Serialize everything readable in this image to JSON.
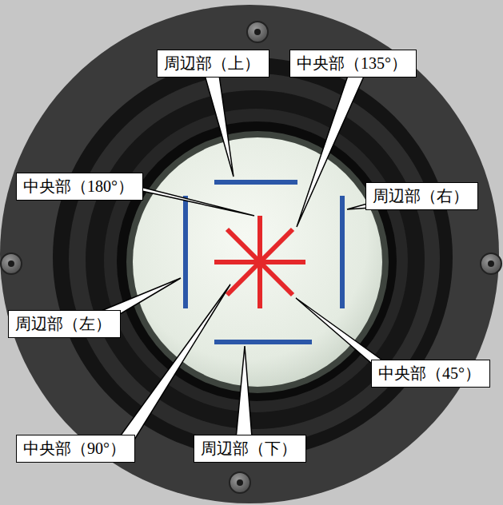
{
  "diagram": {
    "nodes": [
      {
        "text": [
          "周辺部（上）"
        ]
      },
      {
        "text": [
          "中央部（135°）"
        ]
      },
      {
        "text": [
          "中央部（180°）"
        ]
      },
      {
        "text": [
          "周辺部（右）"
        ]
      },
      {
        "text": [
          "周辺部（左）"
        ]
      },
      {
        "text": [
          "中央部（45°）"
        ]
      },
      {
        "text": [
          "中央部（90°）"
        ]
      },
      {
        "text": [
          "周辺部（下）"
        ]
      }
    ]
  }
}
